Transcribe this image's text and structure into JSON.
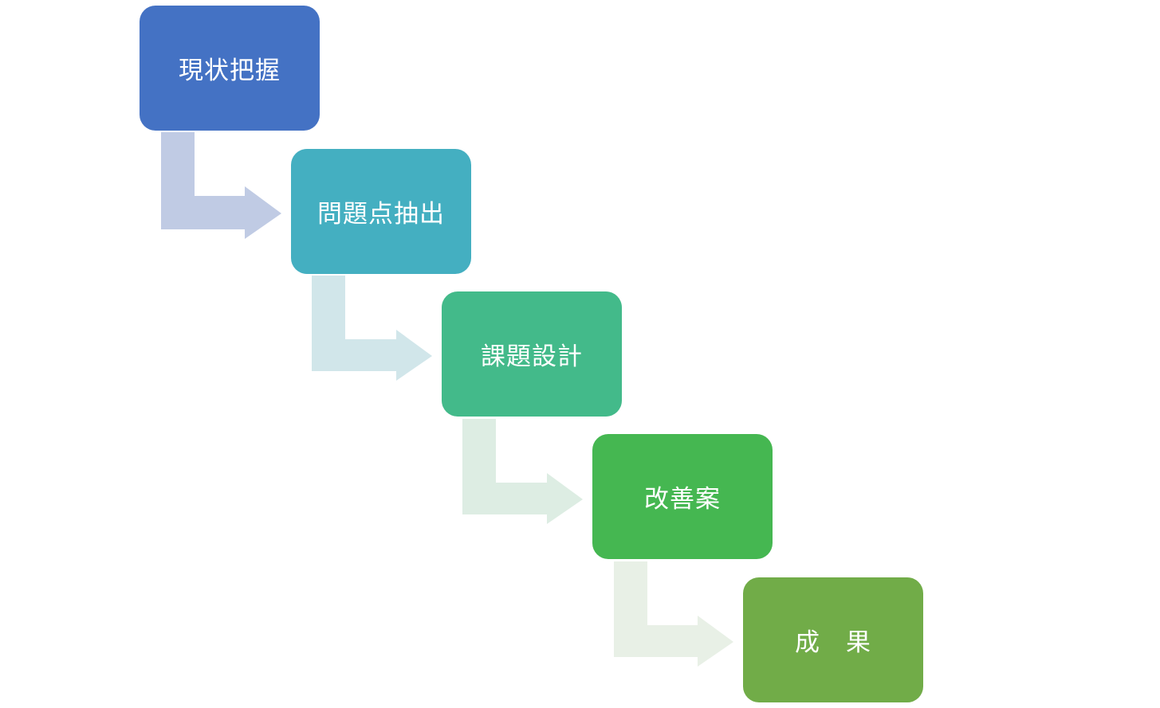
{
  "steps": [
    {
      "label": "現状把握",
      "color": "#4472C4"
    },
    {
      "label": "問題点抽出",
      "color": "#44AFC1"
    },
    {
      "label": "課題設計",
      "color": "#43BA8A"
    },
    {
      "label": "改善案",
      "color": "#45B751"
    },
    {
      "label": "成　果",
      "color": "#71AC48"
    }
  ],
  "connectors": [
    {
      "color": "#C0CBE4"
    },
    {
      "color": "#D1E6EA"
    },
    {
      "color": "#DDEDE3"
    },
    {
      "color": "#E8F0E6"
    }
  ]
}
